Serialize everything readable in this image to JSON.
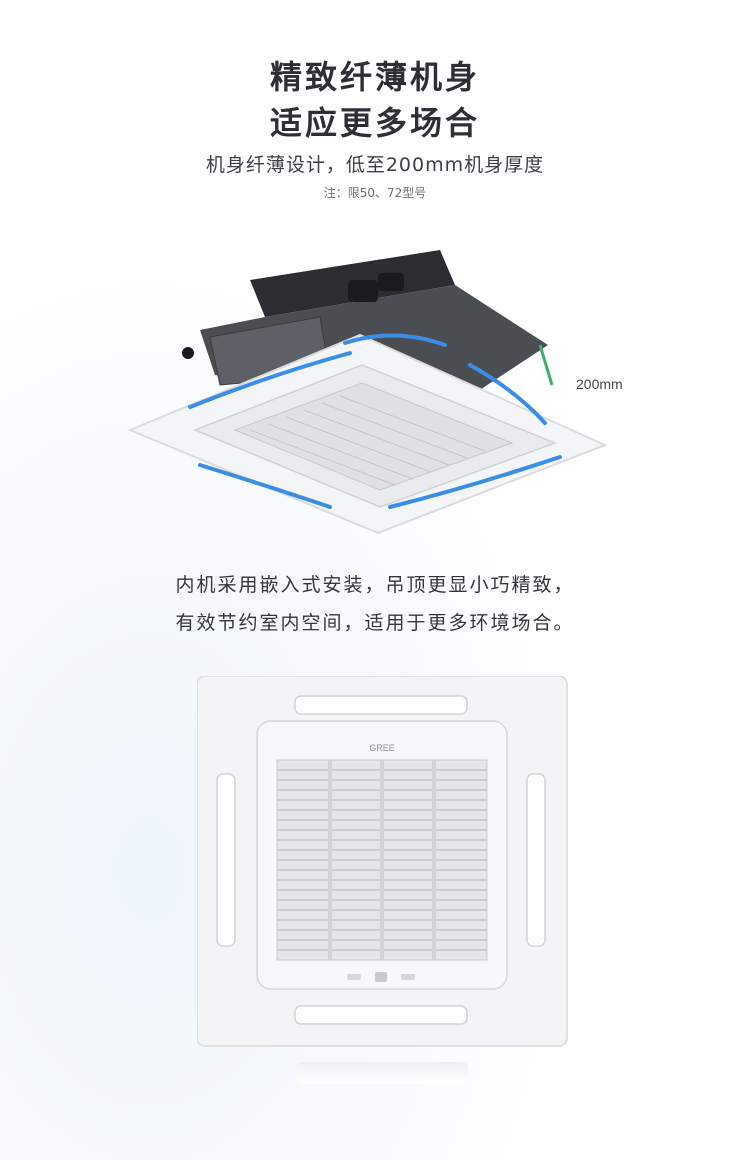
{
  "header": {
    "title_line1": "精致纤薄机身",
    "title_line2": "适应更多场合",
    "subtitle": "机身纤薄设计，低至200mm机身厚度",
    "note": "注：限50、72型号"
  },
  "dimension_label": "200mm",
  "description": {
    "line1": "内机采用嵌入式安装，吊顶更显小巧精致，",
    "line2": "有效节约室内空间，适用于更多环境场合。"
  },
  "panel": {
    "brand_text": "GREE"
  },
  "colors": {
    "airflow_arrow": "#3a8ee6",
    "unit_body": "#4a4d52",
    "panel_white": "#f4f5f6",
    "thickness_marker": "#3fae6a"
  }
}
